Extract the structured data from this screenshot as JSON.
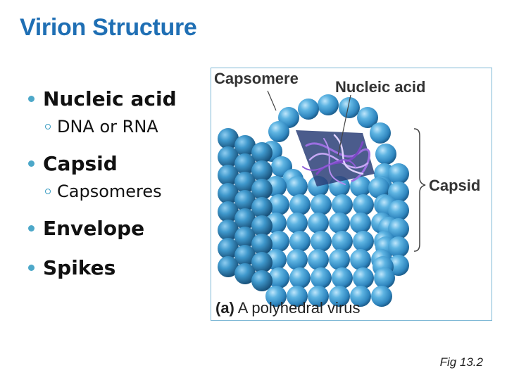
{
  "title": "Virion Structure",
  "bullets": [
    {
      "label": "Nucleic acid",
      "sub": "DNA or RNA"
    },
    {
      "label": "Capsid",
      "sub": "Capsomeres"
    },
    {
      "label": "Envelope",
      "sub": null
    },
    {
      "label": "Spikes",
      "sub": null
    }
  ],
  "figure": {
    "labels": {
      "capsomere": "Capsomere",
      "nucleic_acid": "Nucleic acid",
      "capsid": "Capsid"
    },
    "caption_letter": "(a)",
    "caption_text": "A polyhedral virus"
  },
  "fig_ref": "Fig 13.2",
  "colors": {
    "title": "#1f6fb4",
    "bullet": "#4da8c9",
    "sphere": "#4aa3d6",
    "nucleic": "#8a5cc7"
  }
}
